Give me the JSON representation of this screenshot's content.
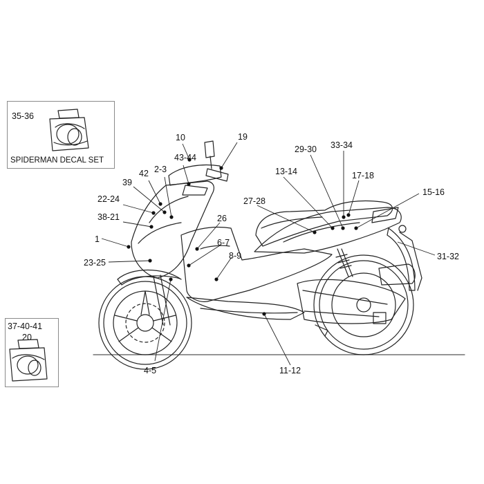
{
  "inset_top": {
    "code": "35-36",
    "caption": "SPIDERMAN DECAL SET"
  },
  "inset_bottom": {
    "code_line1": "37-40-41",
    "code_line2": "20"
  },
  "callouts": {
    "c10": "10",
    "c19": "19",
    "c43_44": "43-44",
    "c2_3": "2-3",
    "c42": "42",
    "c39": "39",
    "c22_24": "22-24",
    "c38_21": "38-21",
    "c1": "1",
    "c23_25": "23-25",
    "c26": "26",
    "c6_7": "6-7",
    "c8_9": "8-9",
    "c4_5": "4-5",
    "c27_28": "27-28",
    "c13_14": "13-14",
    "c29_30": "29-30",
    "c33_34": "33-34",
    "c17_18": "17-18",
    "c15_16": "15-16",
    "c31_32": "31-32",
    "c11_12": "11-12"
  }
}
